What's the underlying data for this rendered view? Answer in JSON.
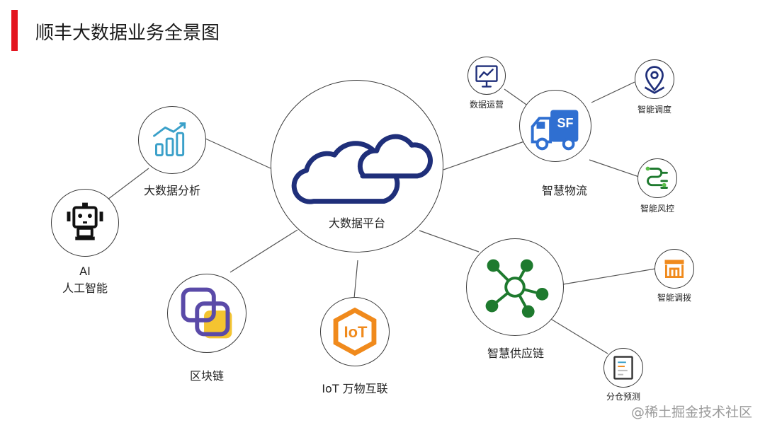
{
  "header": {
    "title": "顺丰大数据业务全景图"
  },
  "nodes": {
    "platform": "大数据平台",
    "analytics": "大数据分析",
    "ai_top": "AI",
    "ai_bottom": "人工智能",
    "blockchain": "区块链",
    "iot": "IoT 万物互联",
    "logistics": "智慧物流",
    "supply_chain": "智慧供应链",
    "data_ops": "数据运营",
    "dispatch": "智能调度",
    "risk_control": "智能风控",
    "allocation": "智能调拨",
    "forecast": "分仓预测"
  },
  "logo_text": {
    "sf": "SF",
    "iot": "IoT"
  },
  "watermark": "@稀土掘金技术社区",
  "colors": {
    "accent": "#e3141f",
    "navy": "#1f2f7a",
    "sf_blue": "#2f6fd1",
    "green": "#1e7a2e",
    "orange": "#f08a1c",
    "purple": "#5a4aa8",
    "teal": "#3aa0c9"
  }
}
